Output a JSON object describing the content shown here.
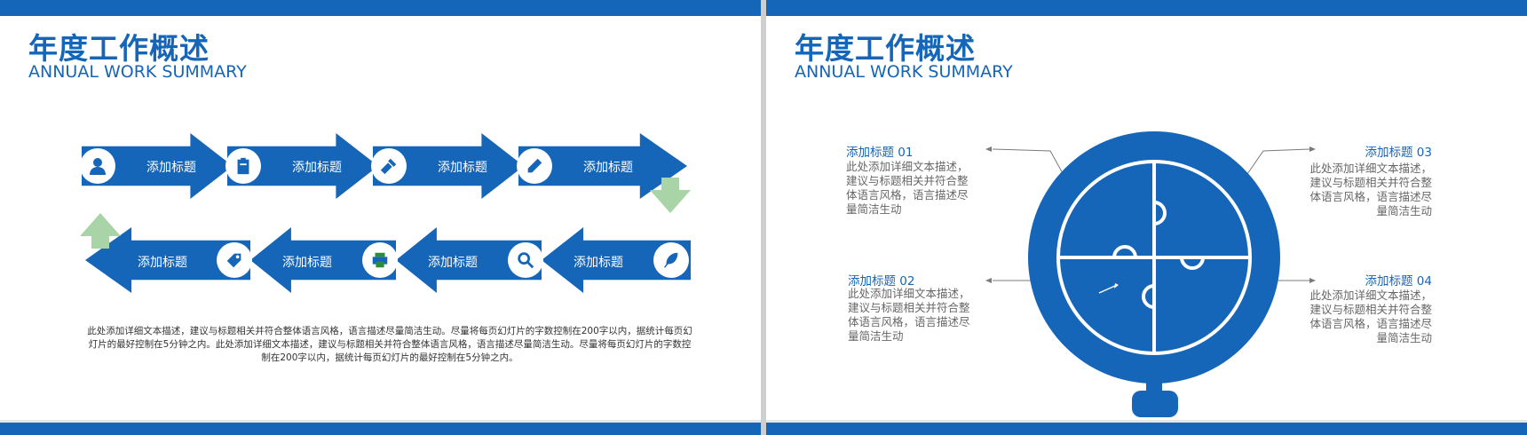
{
  "slide1": {
    "title": "年度工作概述",
    "subtitle": "ANNUAL WORK SUMMARY",
    "top_row": [
      {
        "label": "添加标题",
        "icon": "user-icon"
      },
      {
        "label": "添加标题",
        "icon": "clipboard-icon"
      },
      {
        "label": "添加标题",
        "icon": "flashlight-icon"
      },
      {
        "label": "添加标题",
        "icon": "pencil-icon"
      }
    ],
    "bottom_row": [
      {
        "label": "添加标题",
        "icon": "tag-icon"
      },
      {
        "label": "添加标题",
        "icon": "printer-icon"
      },
      {
        "label": "添加标题",
        "icon": "search-icon"
      },
      {
        "label": "添加标题",
        "icon": "feather-icon"
      }
    ],
    "description": "此处添加详细文本描述，建议与标题相关并符合整体语言风格，语言描述尽量简洁生动。尽量将每页幻灯片的字数控制在200字以内，据统计每页幻灯片的最好控制在5分钟之内。此处添加详细文本描述，建议与标题相关并符合整体语言风格，语言描述尽量简洁生动。尽量将每页幻灯片的字数控制在200字以内，据统计每页幻灯片的最好控制在5分钟之内。"
  },
  "slide2": {
    "title": "年度工作概述",
    "subtitle": "ANNUAL WORK SUMMARY",
    "items": [
      {
        "title": "添加标题 01",
        "text": "此处添加详细文本描述，建议与标题相关并符合整体语言风格，语言描述尽量简洁生动"
      },
      {
        "title": "添加标题 02",
        "text": "此处添加详细文本描述，建议与标题相关并符合整体语言风格，语言描述尽量简洁生动"
      },
      {
        "title": "添加标题 03",
        "text": "此处添加详细文本描述，建议与标题相关并符合整体语言风格，语言描述尽量简洁生动"
      },
      {
        "title": "添加标题 04",
        "text": "此处添加详细文本描述，建议与标题相关并符合整体语言风格，语言描述尽量简洁生动"
      }
    ]
  },
  "colors": {
    "accent": "#1565b8",
    "green_arrow": "#a9d4a8",
    "text_gray": "#666666"
  }
}
